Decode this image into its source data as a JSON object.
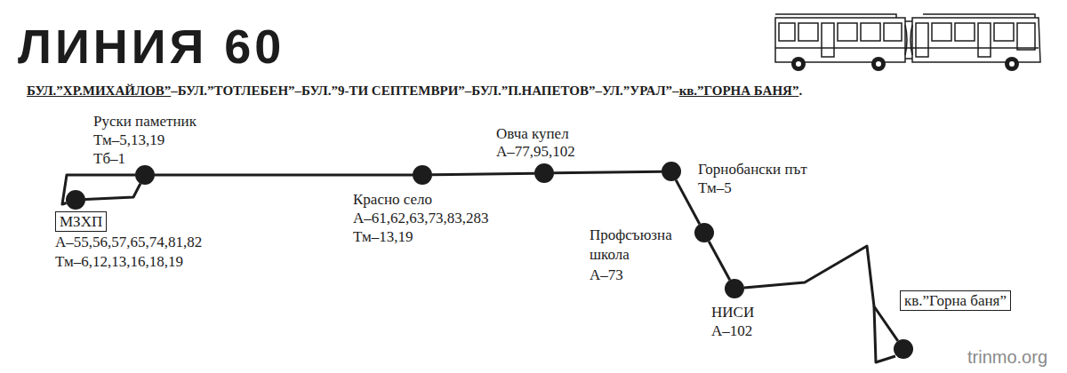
{
  "diagram": {
    "title": "ЛИНИЯ 60",
    "nodes": [
      {
        "text": [
          "МЗХП",
          "А–55,56,57,65,74,81,82",
          "Тм–6,12,13,16,18,19"
        ]
      },
      {
        "text": [
          "Руски паметник",
          "Тм–5,13,19",
          "Тб–1"
        ]
      },
      {
        "text": [
          "Красно село",
          "А–61,62,63,73,83,283",
          "Тм–13,19"
        ]
      },
      {
        "text": [
          "Овча купел",
          "А–77,95,102"
        ]
      },
      {
        "text": [
          "Горнобански път",
          "Тм–5"
        ]
      },
      {
        "text": [
          "Профсъюзна школа",
          "А–73"
        ]
      },
      {
        "text": [
          "НИСИ",
          "А–102"
        ]
      },
      {
        "text": [
          "кв.”Горна баня”"
        ]
      }
    ],
    "edges": [
      {
        "from": 0,
        "to": 1,
        "arrow": "none"
      },
      {
        "from": 0,
        "to": 1,
        "arrow": "none"
      },
      {
        "from": 1,
        "to": 2,
        "arrow": "none"
      },
      {
        "from": 2,
        "to": 3,
        "arrow": "none"
      },
      {
        "from": 3,
        "to": 4,
        "arrow": "none"
      },
      {
        "from": 4,
        "to": 5,
        "arrow": "none"
      },
      {
        "from": 5,
        "to": 6,
        "arrow": "none"
      },
      {
        "from": 6,
        "to": 7,
        "arrow": "none"
      }
    ],
    "labels": [
      "БУЛ.”ХР.МИХАЙЛОВ”",
      "–БУЛ.”ТОТЛЕБЕН”–БУЛ.”9-ТИ СЕПТЕМВРИ”–БУЛ.”П.НАПЕТОВ”–УЛ.”УРАЛ”–",
      "кв.”ГОРНА БАНЯ”",
      ".",
      "trinmo.org"
    ]
  }
}
